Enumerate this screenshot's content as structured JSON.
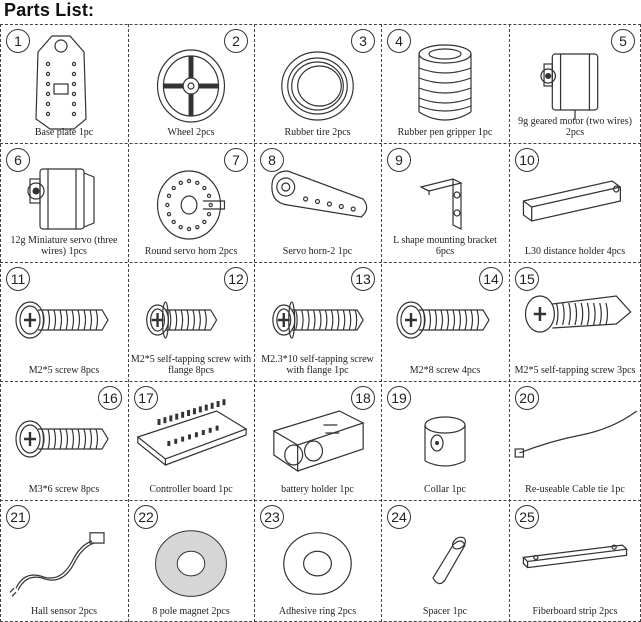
{
  "title": "Parts List:",
  "parts": [
    {
      "number": "1",
      "label": "Base plate 1pc",
      "icon": "base-plate-icon"
    },
    {
      "number": "2",
      "label": "Wheel 2pcs",
      "icon": "wheel-icon"
    },
    {
      "number": "3",
      "label": "Rubber tire 2pcs",
      "icon": "rubber-tire-icon"
    },
    {
      "number": "4",
      "label": "Rubber pen gripper 1pc",
      "icon": "pen-gripper-icon"
    },
    {
      "number": "5",
      "label": "9g geared motor (two wires) 2pcs",
      "icon": "geared-motor-icon"
    },
    {
      "number": "6",
      "label": "12g Miniature servo (three wires) 1pcs",
      "icon": "servo-icon"
    },
    {
      "number": "7",
      "label": "Round servo horn 2pcs",
      "icon": "round-servo-horn-icon"
    },
    {
      "number": "8",
      "label": "Servo horn-2 1pc",
      "icon": "servo-horn-icon"
    },
    {
      "number": "9",
      "label": "L shape mounting bracket 6pcs",
      "icon": "l-bracket-icon"
    },
    {
      "number": "10",
      "label": "L30 distance holder 4pcs",
      "icon": "distance-holder-icon"
    },
    {
      "number": "11",
      "label": "M2*5 screw 8pcs",
      "icon": "screw-icon"
    },
    {
      "number": "12",
      "label": "M2*5 self-tapping screw with flange 8pcs",
      "icon": "flange-screw-icon"
    },
    {
      "number": "13",
      "label": "M2.3*10 self-tapping screw with flange 1pc",
      "icon": "long-flange-screw-icon"
    },
    {
      "number": "14",
      "label": "M2*8 screw 4pcs",
      "icon": "screw-icon"
    },
    {
      "number": "15",
      "label": "M2*5 self-tapping screw 3pcs",
      "icon": "self-tapping-screw-icon"
    },
    {
      "number": "16",
      "label": "M3*6 screw 8pcs",
      "icon": "screw-icon"
    },
    {
      "number": "17",
      "label": "Controller board 1pc",
      "icon": "controller-board-icon"
    },
    {
      "number": "18",
      "label": "battery holder 1pc",
      "icon": "battery-holder-icon"
    },
    {
      "number": "19",
      "label": "Collar 1pc",
      "icon": "collar-icon"
    },
    {
      "number": "20",
      "label": "Re-useable Cable tie 1pc",
      "icon": "cable-tie-icon"
    },
    {
      "number": "21",
      "label": "Hall sensor 2pcs",
      "icon": "hall-sensor-icon"
    },
    {
      "number": "22",
      "label": "8 pole magnet 2pcs",
      "icon": "magnet-icon"
    },
    {
      "number": "23",
      "label": "Adhesive ring 2pcs",
      "icon": "adhesive-ring-icon"
    },
    {
      "number": "24",
      "label": "Spacer 1pc",
      "icon": "spacer-icon"
    },
    {
      "number": "25",
      "label": "Fiberboard strip 2pcs",
      "icon": "fiberboard-strip-icon"
    }
  ]
}
